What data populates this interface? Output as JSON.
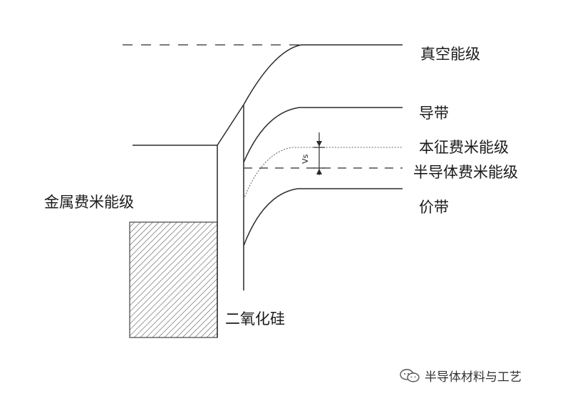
{
  "labels": {
    "vacuum_level": "真空能级",
    "conduction_band": "导带",
    "intrinsic_fermi_level": "本征费米能级",
    "semiconductor_fermi_level": "半导体费米能级",
    "metal_fermi_level": "金属费米能级",
    "valence_band": "价带",
    "oxide": "二氧化硅",
    "vs": "Vs"
  },
  "watermark": {
    "text": "半导体材料与工艺"
  },
  "colors": {
    "line": "#2a2a2a",
    "hatch": "#555555"
  }
}
